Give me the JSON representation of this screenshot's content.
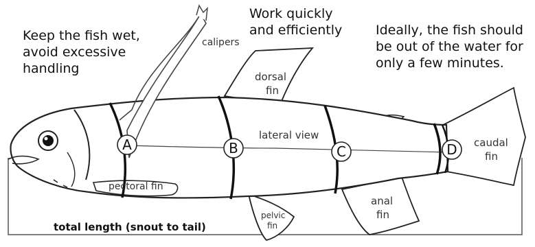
{
  "notes": {
    "wet": "Keep the fish  wet,\navoid excessive\nhandling",
    "quick": "Work quickly\nand efficiently",
    "time": "Ideally, the fish should\nbe out of the water for\nonly a few minutes."
  },
  "labels": {
    "calipers": "calipers",
    "dorsal": "dorsal",
    "dorsal_fin": "fin",
    "lateral": "lateral view",
    "caudal": "caudal",
    "caudal_fin": "fin",
    "pectoral": "pectoral fin",
    "pelvic": "pelvic",
    "pelvic_fin": "fin",
    "anal": "anal",
    "anal_fin": "fin",
    "total_length": "total length (snout to tail)"
  },
  "points": [
    "A",
    "B",
    "C",
    "D"
  ]
}
